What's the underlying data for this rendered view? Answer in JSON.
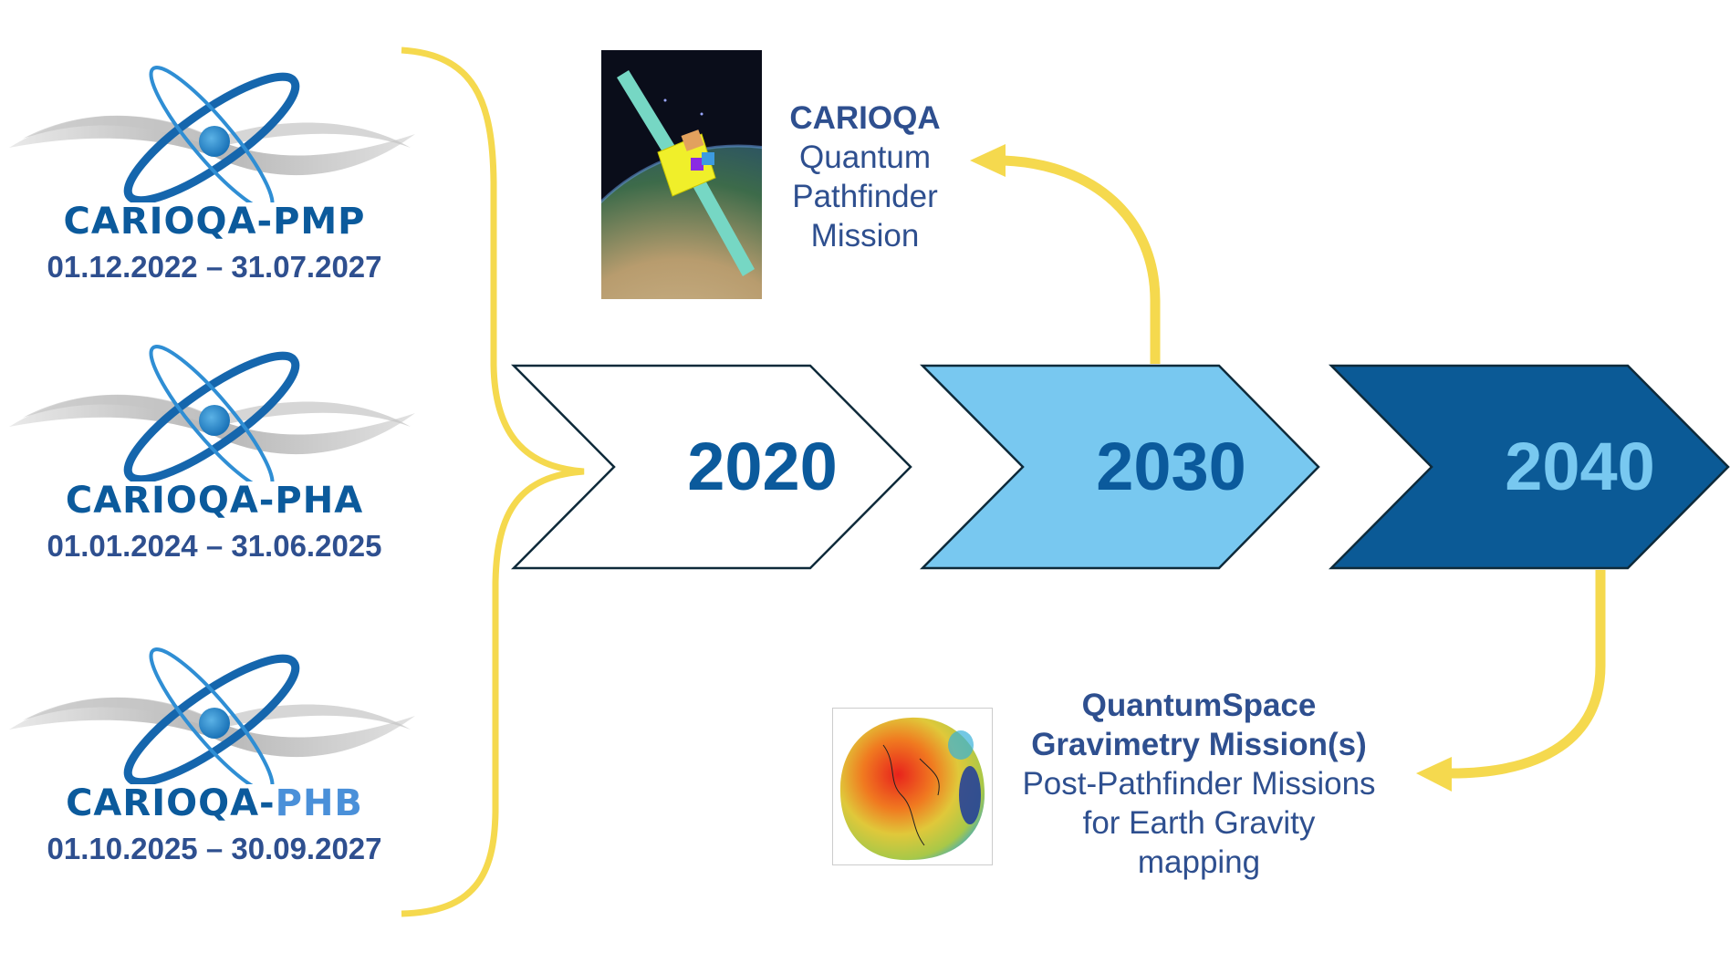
{
  "colors": {
    "brand_dark_blue": "#0b5a9c",
    "brand_light_blue": "#78c8f0",
    "text_blue": "#2e4f8f",
    "arrow_yellow": "#f5d94e",
    "outline": "#0e2a3a"
  },
  "logos": [
    {
      "name_main": "CARIOQA-",
      "name_suffix": "PMP",
      "suffix_light": false,
      "dates": "01.12.2022 – 31.07.2027"
    },
    {
      "name_main": "CARIOQA-",
      "name_suffix": "PHA",
      "suffix_light": false,
      "dates": "01.01.2024 – 31.06.2025"
    },
    {
      "name_main": "CARIOQA-",
      "name_suffix": "PHB",
      "suffix_light": true,
      "dates": "01.10.2025 – 30.09.2027"
    }
  ],
  "timeline": [
    {
      "year": "2020",
      "fill": "#ffffff",
      "text_color": "#0b5a9c"
    },
    {
      "year": "2030",
      "fill": "#78c8f0",
      "text_color": "#0b5a9c"
    },
    {
      "year": "2040",
      "fill": "#0b5a96",
      "text_color": "#78c8f0"
    }
  ],
  "pathfinder": {
    "title": "CARIOQA",
    "lines": [
      "Quantum",
      "Pathfinder",
      "Mission"
    ],
    "image_icon": "satellite-over-earth-image"
  },
  "quantumspace": {
    "title_lines": [
      "QuantumSpace",
      "Gravimetry Mission(s)"
    ],
    "lines": [
      "Post-Pathfinder Missions",
      "for Earth Gravity",
      "mapping"
    ],
    "image_icon": "geoid-gravity-map-image"
  }
}
